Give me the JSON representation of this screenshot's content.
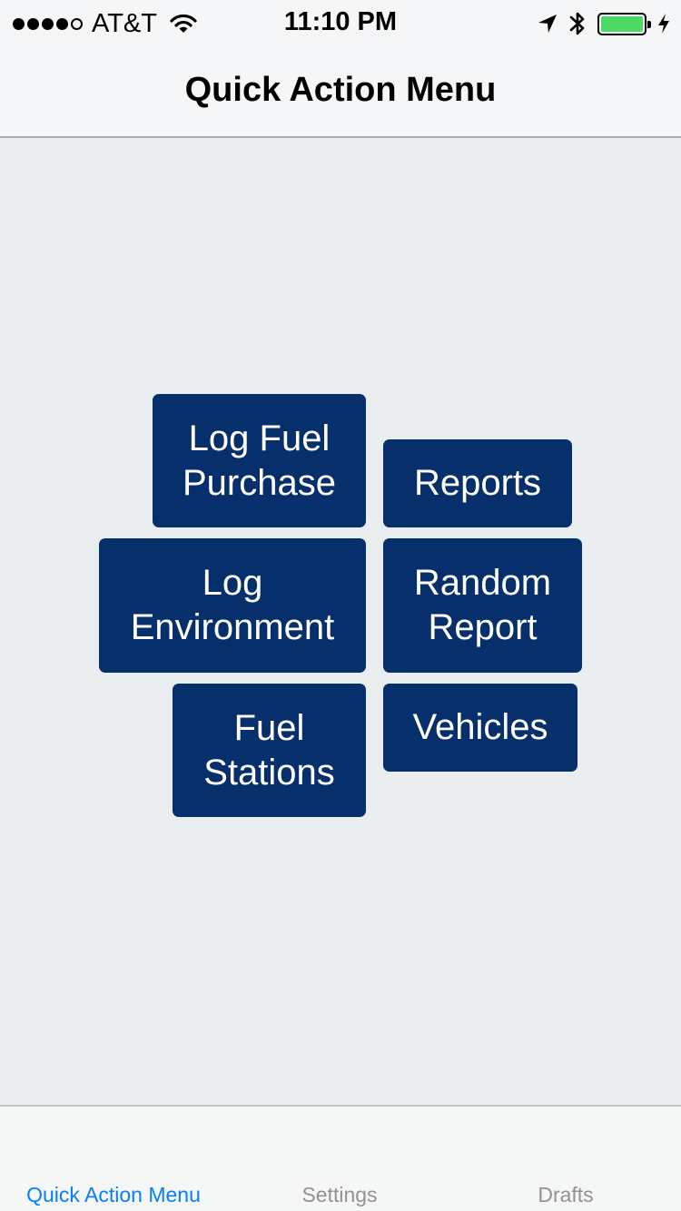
{
  "status_bar": {
    "carrier": "AT&T",
    "time": "11:10 PM",
    "signal_bars_filled": 4,
    "signal_bars_total": 5,
    "battery_level": 1.0,
    "icons": [
      "signal-icon",
      "wifi-icon",
      "location-arrow-icon",
      "bluetooth-icon",
      "battery-icon",
      "charging-bolt-icon"
    ],
    "battery_color": "#4cd964"
  },
  "nav": {
    "title": "Quick Action Menu"
  },
  "menu": {
    "tile_color": "#072f6b",
    "tiles": {
      "log_fuel_purchase": "Log Fuel Purchase",
      "reports": "Reports",
      "log_environment": "Log Environment",
      "random_report": "Random Report",
      "fuel_stations": "Fuel Stations",
      "vehicles": "Vehicles"
    }
  },
  "tab_bar": {
    "active_color": "#0a7dfc",
    "inactive_color": "#929292",
    "tabs": [
      {
        "label": "Quick Action Menu",
        "active": true
      },
      {
        "label": "Settings",
        "active": false
      },
      {
        "label": "Drafts",
        "active": false
      }
    ]
  }
}
